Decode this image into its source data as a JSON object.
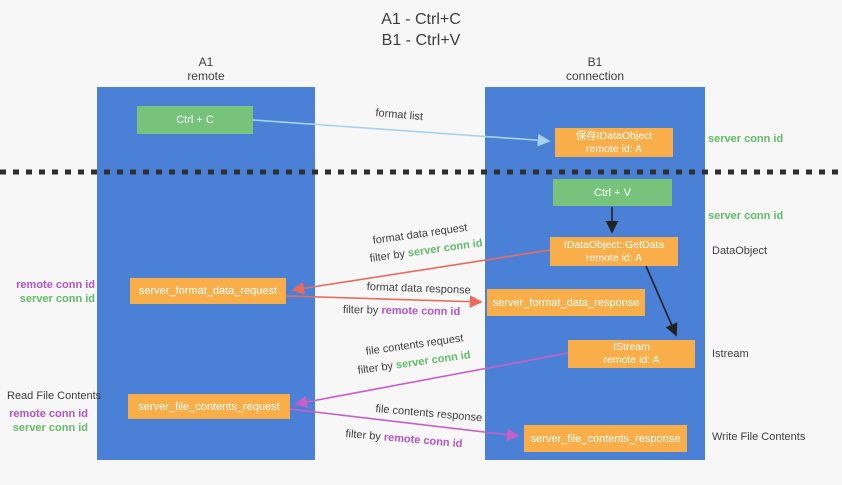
{
  "colors": {
    "canvas_bg": "#f7f7f7",
    "column_blue": "#4a80d6",
    "box_green": "#77c37c",
    "box_orange": "#f9ae4a",
    "arrow_blue": "#a8d2f0",
    "arrow_red": "#e96b5d",
    "arrow_magenta": "#ca5ec9",
    "arrow_black": "#222222",
    "text_dark": "#3d3d3d",
    "text_green": "#62bb66",
    "text_purple": "#b353cb",
    "dotted_line": "#2f2f2f"
  },
  "title": {
    "line1": "A1 - Ctrl+C",
    "line2": "B1 - Ctrl+V"
  },
  "columns": {
    "left": {
      "name": "A1",
      "role": "remote"
    },
    "right": {
      "name": "B1",
      "role": "connection"
    }
  },
  "nodes": {
    "ctrl_c": {
      "label": "Ctrl + C"
    },
    "save_dataobject": {
      "line1": "保存IDataObject",
      "line2": "remote id: A"
    },
    "ctrl_v": {
      "label": "Ctrl + V"
    },
    "getdata": {
      "line1": "IDataObject::GetData",
      "line2": "remote id: A"
    },
    "format_request": {
      "label": "server_format_data_request"
    },
    "format_response": {
      "label": "server_format_data_response"
    },
    "istream": {
      "line1": "IStream",
      "line2": "remote id: A"
    },
    "file_request": {
      "label": "server_file_contents_request"
    },
    "file_response": {
      "label": "server_file_contents_response"
    }
  },
  "arrow_labels": {
    "format_list": "format list",
    "format_data_request": "format data request",
    "format_data_request_filter_prefix": "filter by ",
    "format_data_request_filter_value": "server conn id",
    "format_data_response": "format data response",
    "format_data_response_filter_prefix": "filter by ",
    "format_data_response_filter_value": "remote conn id",
    "file_contents_request": "file contents request",
    "file_contents_request_filter_prefix": "filter by ",
    "file_contents_request_filter_value": "server conn id",
    "file_contents_response": "file contents response",
    "file_contents_response_filter_prefix": "filter by ",
    "file_contents_response_filter_value": "remote conn id"
  },
  "annotations": {
    "right_server_conn_id_top": "server conn id",
    "right_server_conn_id_mid": "server conn id",
    "right_dataobject": "DataObject",
    "right_istream": "Istream",
    "right_write_file_contents": "Write File Contents",
    "left_remote_conn_id_top": "remote conn id",
    "left_server_conn_id_top": "server conn id",
    "left_read_file_contents": "Read File Contents",
    "left_remote_conn_id_bottom": "remote conn id",
    "left_server_conn_id_bottom": "server conn id"
  }
}
